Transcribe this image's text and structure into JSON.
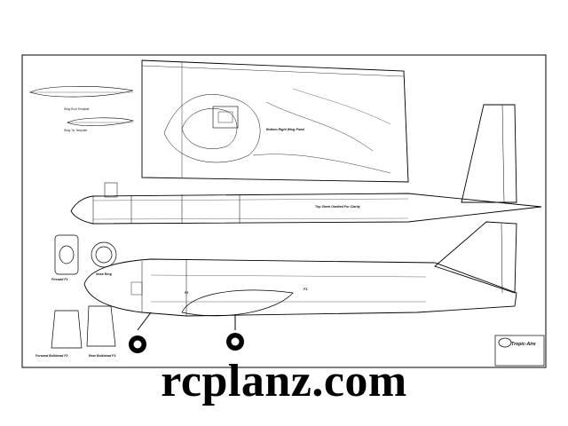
{
  "watermark": "rcplanz.com",
  "labels": {
    "wing_panel": "Bottom Right Wing Panel",
    "top_sheet": "Top Sheet Omitted For Clarity",
    "wing_root_template": "Wing Root Template",
    "wing_tip_template": "Wing Tip Template",
    "firewall": "Firewall F1",
    "nose_ring": "Nose Ring",
    "forward_bulkhead": "Forward Bulkhead F2",
    "rear_bulkhead": "Rear Bulkhead F3",
    "f2_mark": "F2",
    "f3_mark": "F3"
  },
  "title_block": {
    "brand": "Tropic-Aire"
  }
}
